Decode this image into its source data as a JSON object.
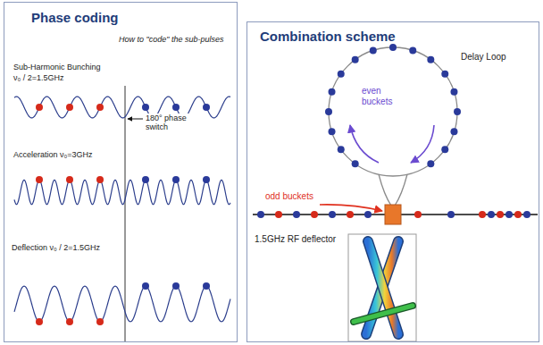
{
  "diagram": {
    "nodes": [
      {
        "text": [
          "Phase coding",
          "How to \"code\" the sub-pulses"
        ]
      },
      {
        "text": [
          "Combination scheme"
        ]
      }
    ],
    "labels": [
      "Sub-Harmonic Bunching",
      "ν₀ / 2=1.5GHz",
      "180° phase switch",
      "Acceleration ν₀=3GHz",
      "Deflection ν₀ / 2=1.5GHz",
      "Delay Loop",
      "even buckets",
      "odd buckets",
      "1.5GHz RF deflector"
    ]
  }
}
